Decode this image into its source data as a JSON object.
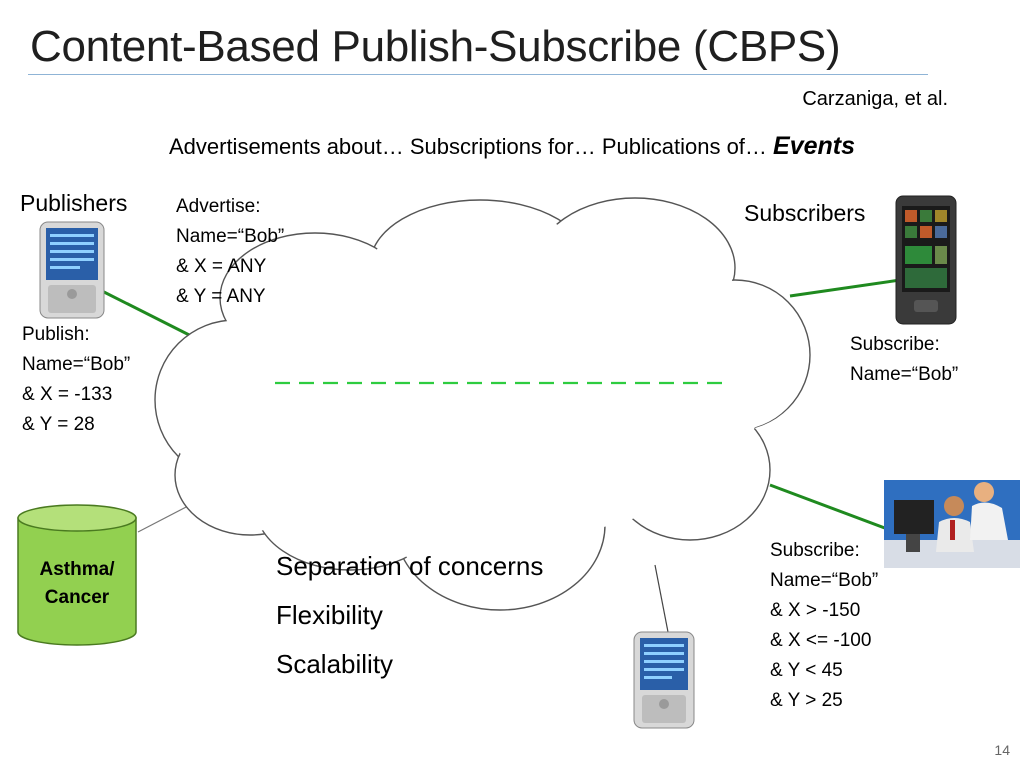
{
  "slide": {
    "title": "Content-Based Publish-Subscribe (CBPS)",
    "credit": "Carzaniga, et al.",
    "subtitle_prefix": "Advertisements about… Subscriptions for… Publications of… ",
    "subtitle_emphasis": "Events",
    "page_number": "14"
  },
  "publishers": {
    "heading": "Publishers",
    "advertise": "Advertise:\nName=“Bob”\n& X = ANY\n& Y = ANY",
    "publish": "Publish:\nName=“Bob”\n& X = -133\n& Y = 28"
  },
  "subscribers": {
    "heading": "Subscribers",
    "subscribe_1": "Subscribe:\nName=“Bob”",
    "subscribe_2": "Subscribe:\nName=“Bob”\n& X > -150\n& X <= -100\n& Y < 45\n& Y > 25"
  },
  "database": {
    "label": "Asthma/\nCancer"
  },
  "benefits": [
    "Separation of concerns",
    "Flexibility",
    "Scalability"
  ],
  "icons": {
    "pda": "pda-device-icon",
    "phone": "smartphone-icon",
    "office": "office-workers-clipart-icon",
    "database": "database-cylinder-icon",
    "cloud": "network-cloud-icon"
  },
  "colors": {
    "link_line": "#1f8a1f",
    "dash_line": "#2ecc40",
    "db_fill": "#92d050",
    "title_rule": "#8fb4d6"
  }
}
